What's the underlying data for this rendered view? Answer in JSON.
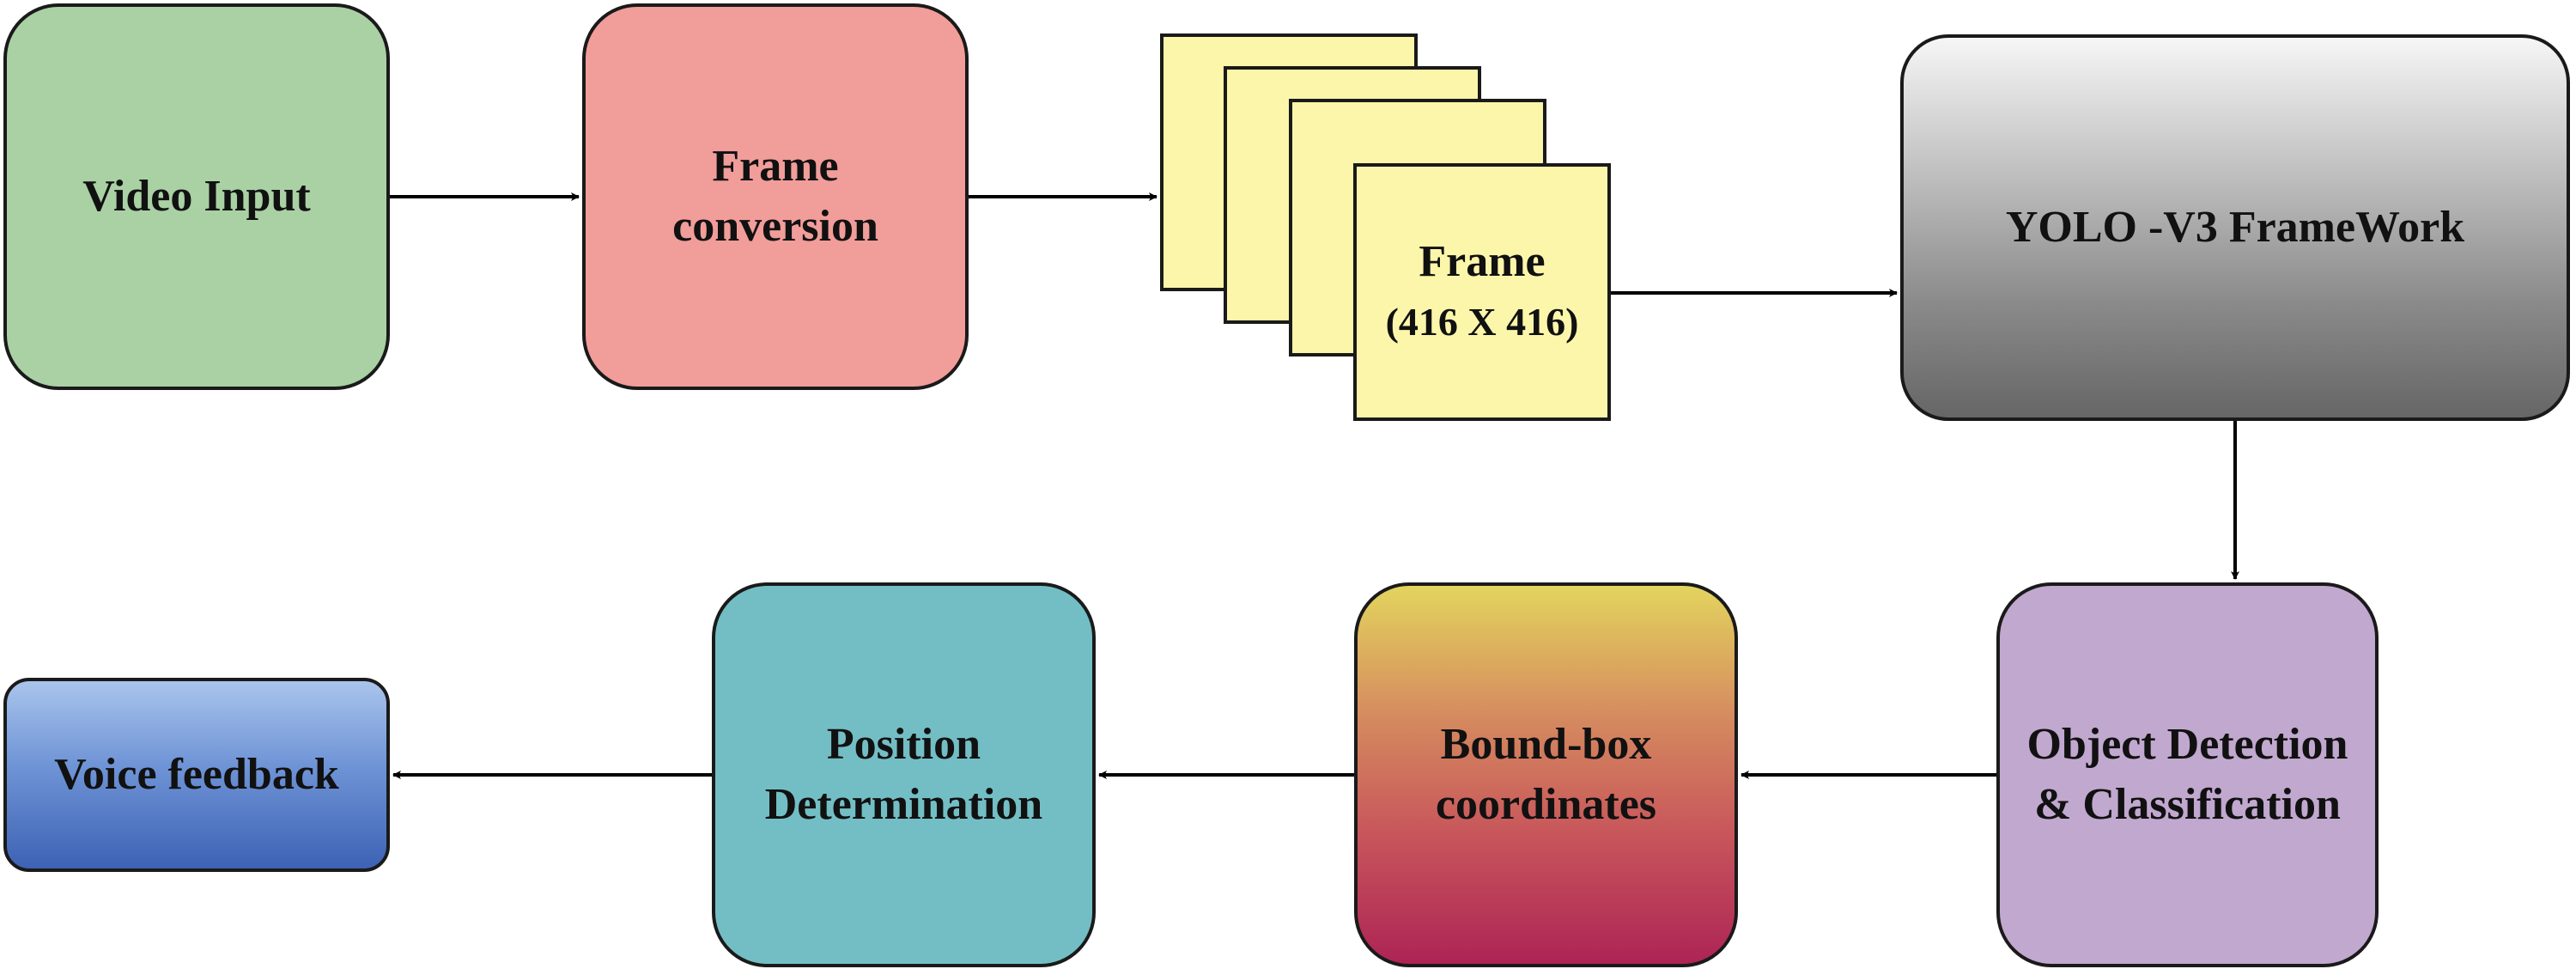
{
  "nodes": {
    "video_input": {
      "label": "Video Input"
    },
    "frame_conversion": {
      "line1": "Frame",
      "line2": "conversion"
    },
    "frame_stack": {
      "label": "Frame",
      "size": "(416 X 416)"
    },
    "yolo": {
      "label": "YOLO -V3 FrameWork"
    },
    "object_detection": {
      "line1": "Object Detection",
      "line2": "& Classification"
    },
    "bound_box": {
      "line1": "Bound-box",
      "line2": "coordinates"
    },
    "position_determination": {
      "line1": "Position",
      "line2": "Determination"
    },
    "voice_feedback": {
      "label": "Voice feedback"
    }
  },
  "colors": {
    "video_input": "#a9d1a4",
    "frame_conversion": "#f19d9a",
    "frame_sheet": "#fcf6aa",
    "yolo_top": "#f6f6f6",
    "yolo_bottom": "#666666",
    "object_detection": "#c1a8cf",
    "bound_box_top": "#e3d45e",
    "bound_box_bottom": "#ad2455",
    "position_determination": "#73bec5",
    "voice_feedback_top": "#a9c4ec",
    "voice_feedback_bottom": "#3d62b4",
    "stroke": "#1a1a1a"
  }
}
